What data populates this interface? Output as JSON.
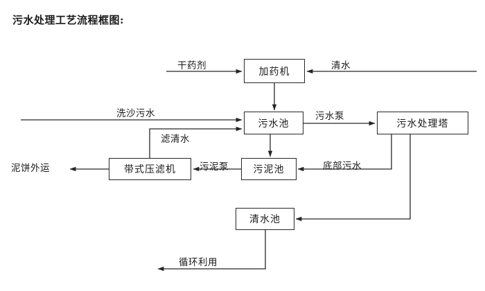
{
  "title": "污水处理工艺流程框图:",
  "nodes": {
    "dosing_machine": "加药机",
    "sewage_pool": "污水池",
    "sewage_tower": "污水处理塔",
    "belt_filter_press": "带式压滤机",
    "sludge_pool": "污泥池",
    "clean_water_pool": "清水池"
  },
  "edges": {
    "dry_agent": "干药剂",
    "clean_water_in": "清水",
    "sand_wash_sewage": "洗沙污水",
    "filtered_clear_water": "滤清水",
    "sewage_pump": "污水泵",
    "mud_cake_transport": "泥饼外运",
    "sludge_pump": "污泥泵",
    "bottom_sewage": "底部污水",
    "recycle_use": "循环利用"
  },
  "colors": {
    "line": "#262626",
    "box_border": "#262626",
    "background": "#ffffff",
    "text": "#1a1a1a"
  }
}
